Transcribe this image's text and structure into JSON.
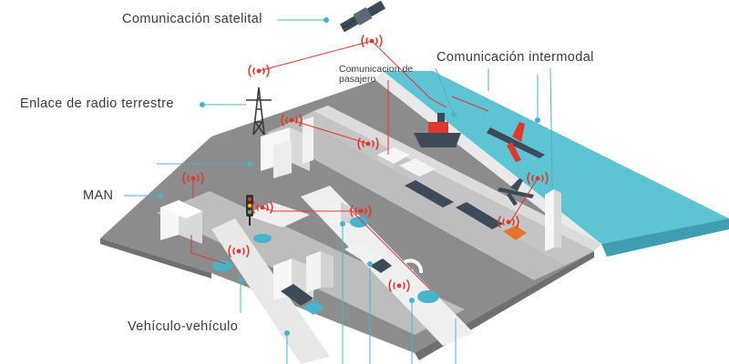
{
  "labels": {
    "satellite": "Comunicación satelital",
    "intermodal": "Comunicación intermodal",
    "passenger": "Comunicacion de pasajero",
    "radio": "Enlace de radio terrestre",
    "man": "MAN",
    "v2v": "Vehículo-vehículo"
  },
  "colors": {
    "callout_line": "#48b3cc",
    "signal_red": "#e0382f",
    "water": "#5ec3d3",
    "ground": "#8c8c8c",
    "road": "#bdbdbd",
    "sidewalk": "#efefef"
  }
}
